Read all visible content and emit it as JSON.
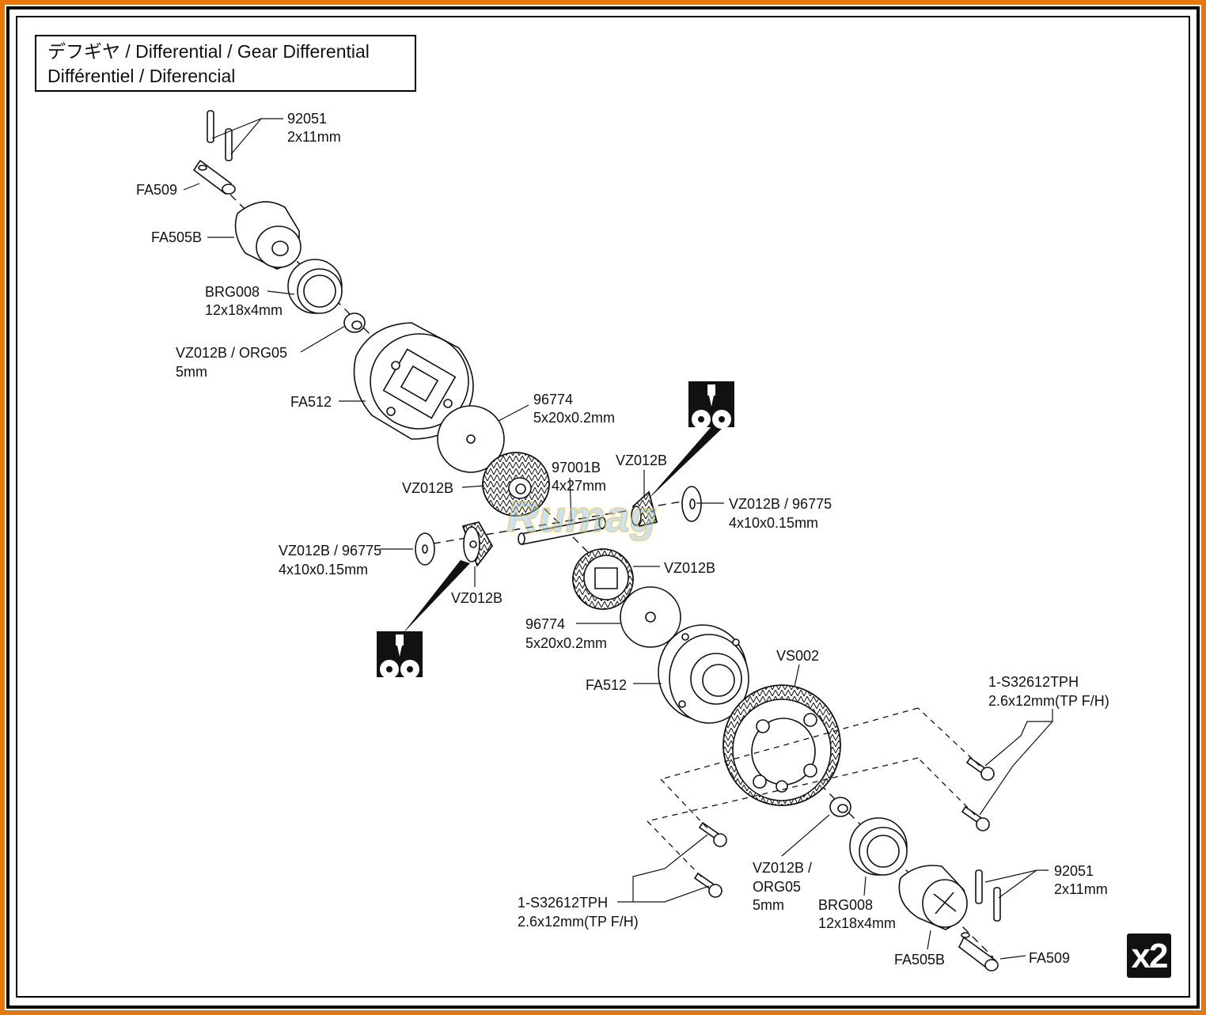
{
  "title": {
    "line1": "デフギヤ / Differential / Gear Differential",
    "line2": "Différentiel / Diferencial"
  },
  "labels": {
    "pin_top_code": "92051",
    "pin_top_size": "2x11mm",
    "joint_top": "FA509",
    "cup_top": "FA505B",
    "bearing_top_code": "BRG008",
    "bearing_top_size": "12x18x4mm",
    "oring_top_code": "VZ012B / ORG05",
    "oring_top_size": "5mm",
    "case_top": "FA512",
    "gasket_top_code": "96774",
    "gasket_top_size": "5x20x0.2mm",
    "shaft_code": "97001B",
    "shaft_size": "4x27mm",
    "bevel_big_left": "VZ012B",
    "bevel_small_right": "VZ012B",
    "washer_right_code": "VZ012B / 96775",
    "washer_right_size": "4x10x0.15mm",
    "washer_left_code": "VZ012B / 96775",
    "washer_left_size": "4x10x0.15mm",
    "bevel_small_left": "VZ012B",
    "bevel_big_right": "VZ012B",
    "gasket_bottom_code": "96774",
    "gasket_bottom_size": "5x20x0.2mm",
    "case_bottom": "FA512",
    "ring_gear": "VS002",
    "screw_right_code": "1-S32612TPH",
    "screw_right_size": "2.6x12mm(TP F/H)",
    "screw_left_code": "1-S32612TPH",
    "screw_left_size": "2.6x12mm(TP F/H)",
    "oring_bottom_code": "VZ012B /",
    "oring_bottom_code2": "ORG05",
    "oring_bottom_size": "5mm",
    "bearing_bottom_code": "BRG008",
    "bearing_bottom_size": "12x18x4mm",
    "pin_bottom_code": "92051",
    "pin_bottom_size": "2x11mm",
    "cup_bottom": "FA505B",
    "joint_bottom": "FA509"
  },
  "badge": "x2",
  "icons": [
    "grease-application-icon",
    "grease-application-icon"
  ],
  "watermark": "Rumag"
}
